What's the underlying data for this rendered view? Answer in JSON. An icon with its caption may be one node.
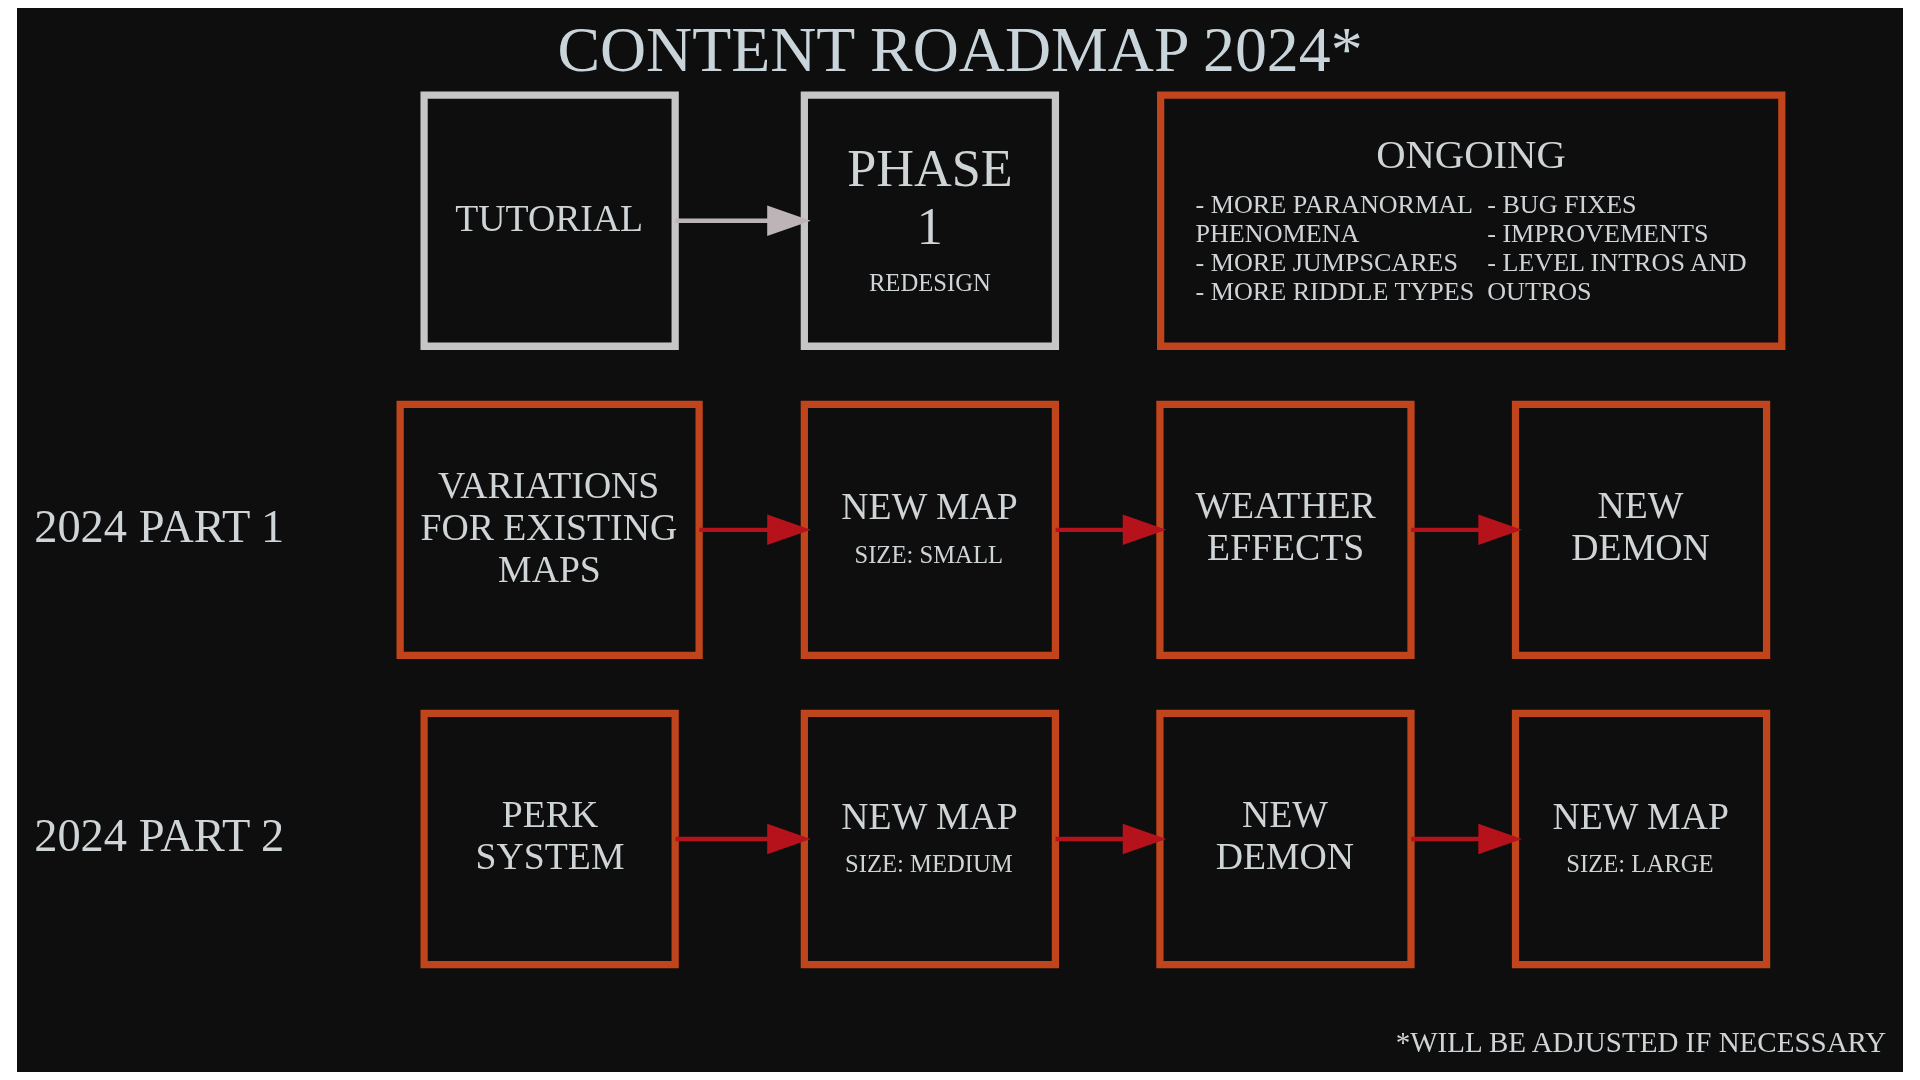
{
  "diagram": {
    "title": "CONTENT ROADMAP 2024*",
    "nodes": [
      {
        "text": [
          "TUTORIAL"
        ]
      },
      {
        "text": [
          "PHASE 1",
          "REDESIGN"
        ]
      },
      {
        "text": [
          "ONGOING",
          "- MORE PARANORMAL PHENOMENA",
          "- MORE JUMPSCARES",
          "- MORE RIDDLE TYPES",
          "- BUG FIXES",
          "- IMPROVEMENTS",
          "- LEVEL INTROS AND OUTROS"
        ]
      },
      {
        "text": [
          "VARIATIONS FOR EXISTING MAPS"
        ]
      },
      {
        "text": [
          "NEW MAP",
          "SIZE: SMALL"
        ]
      },
      {
        "text": [
          "WEATHER EFFECTS"
        ]
      },
      {
        "text": [
          "NEW DEMON"
        ]
      },
      {
        "text": [
          "PERK SYSTEM"
        ]
      },
      {
        "text": [
          "NEW MAP",
          "SIZE: MEDIUM"
        ]
      },
      {
        "text": [
          "NEW DEMON"
        ]
      },
      {
        "text": [
          "NEW MAP",
          "SIZE: LARGE"
        ]
      }
    ],
    "edges": [
      {
        "from": 0,
        "to": 1,
        "arrow": "to",
        "color": "#bdb4b8"
      },
      {
        "from": 3,
        "to": 4,
        "arrow": "to"
      },
      {
        "from": 4,
        "to": 5,
        "arrow": "to"
      },
      {
        "from": 5,
        "to": 6,
        "arrow": "to"
      },
      {
        "from": 7,
        "to": 8,
        "arrow": "to"
      },
      {
        "from": 8,
        "to": 9,
        "arrow": "to"
      },
      {
        "from": 9,
        "to": 10,
        "arrow": "to"
      }
    ],
    "labels": [
      "2024 PART 1",
      "2024 PART 2",
      "*WILL BE ADJUSTED IF NECESSARY"
    ]
  }
}
